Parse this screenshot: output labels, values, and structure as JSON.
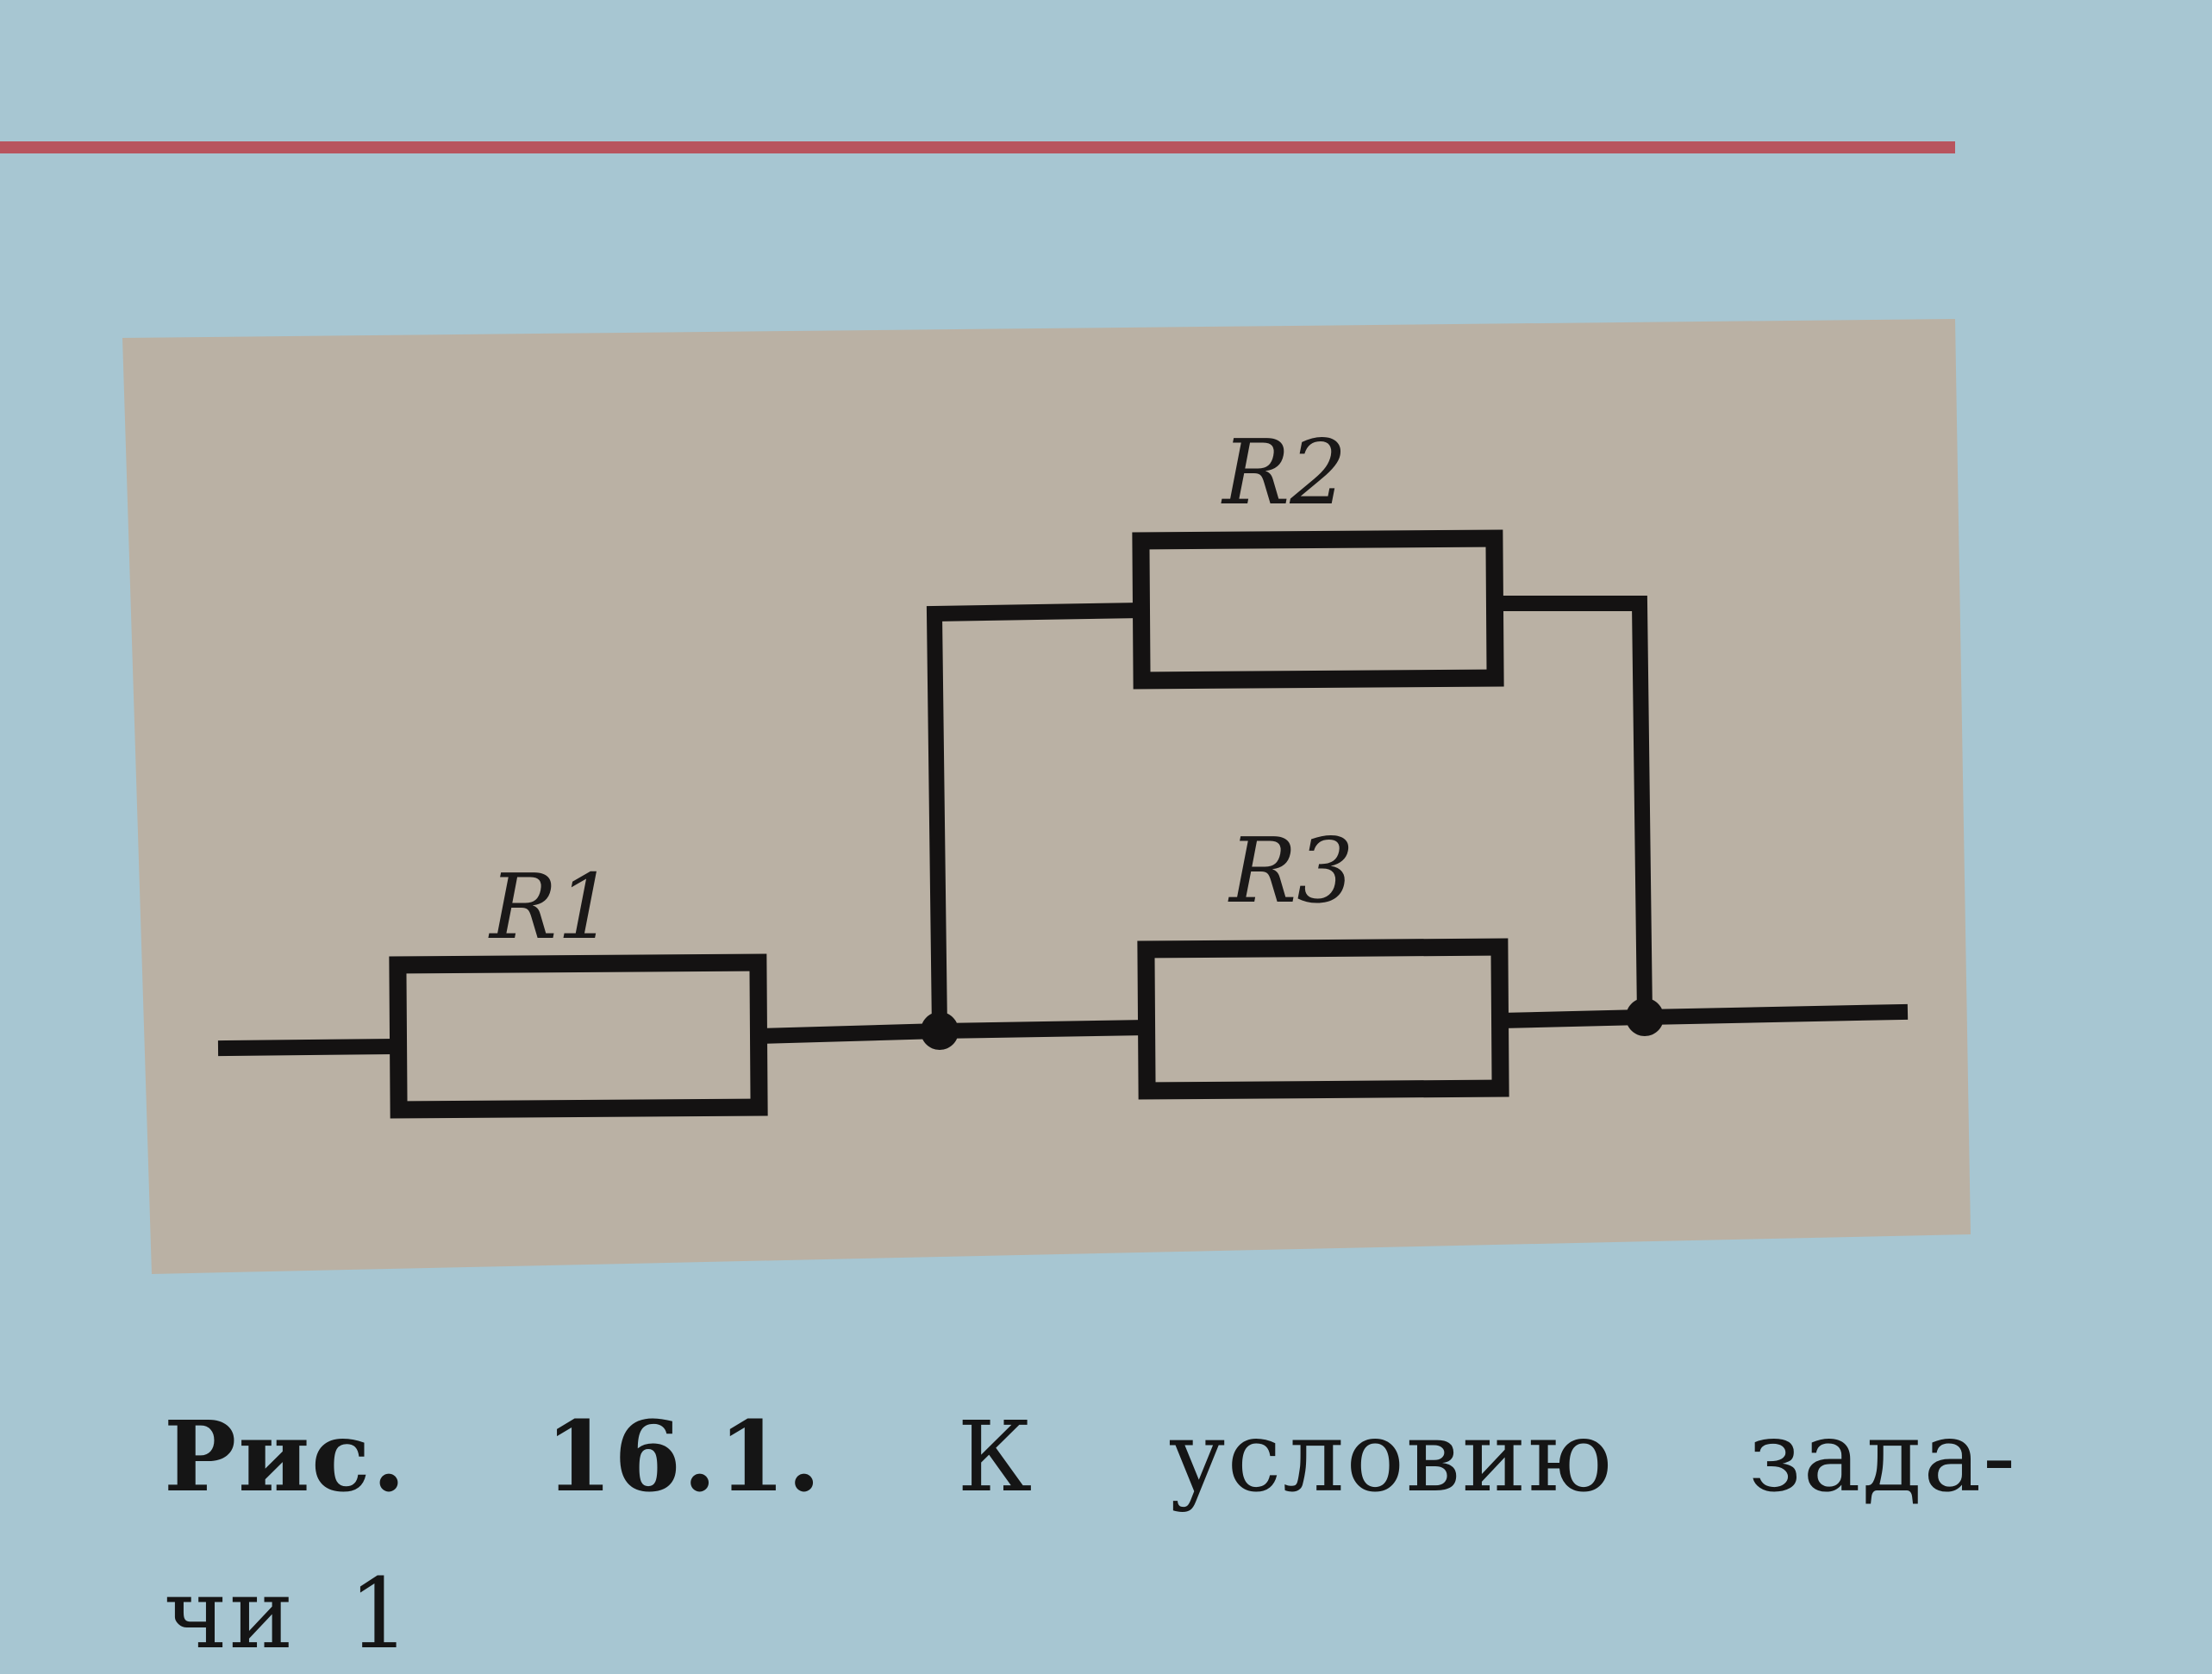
{
  "figure": {
    "components": {
      "r1": {
        "label": "R1"
      },
      "r2": {
        "label": "R2"
      },
      "r3": {
        "label": "R3"
      }
    },
    "colors": {
      "page": "#a7c6d2",
      "panel": "#bab1a4",
      "rule": "#b8545e",
      "ink": "#141212"
    }
  },
  "caption": {
    "lead": "Рис. 16.1.",
    "line1_rest": "К условию зада-",
    "line2": "чи 1"
  }
}
